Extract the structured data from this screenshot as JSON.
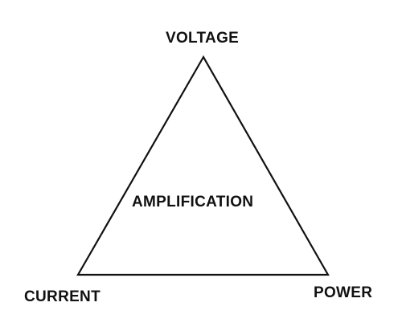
{
  "diagram": {
    "vertex_top": "VOLTAGE",
    "vertex_left": "CURRENT",
    "vertex_right": "POWER",
    "center_label": "AMPLIFICATION",
    "stroke_color": "#111111",
    "background_color": "#ffffff"
  }
}
